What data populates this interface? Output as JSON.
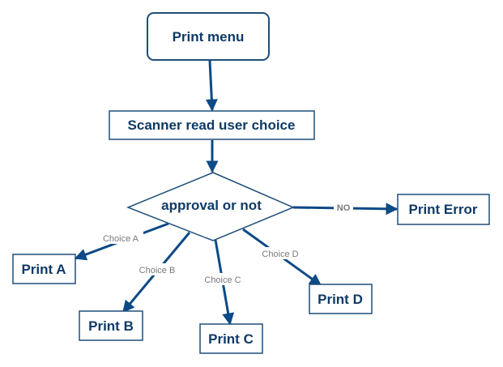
{
  "colors": {
    "node_stroke": "#1f4e79",
    "node_text": "#0f3a66",
    "edge": "#0d4a86",
    "edge_label": "#7a7a7a",
    "background": "#ffffff"
  },
  "nodes": {
    "print_menu": "Print menu",
    "scanner": "Scanner read user choice",
    "decision": "approval or not",
    "print_error": "Print Error",
    "print_a": "Print A",
    "print_b": "Print B",
    "print_c": "Print C",
    "print_d": "Print D"
  },
  "edge_labels": {
    "no": "NO",
    "choice_a": "Choice A",
    "choice_b": "Choice B",
    "choice_c": "Choice C",
    "choice_d": "Choice D"
  }
}
